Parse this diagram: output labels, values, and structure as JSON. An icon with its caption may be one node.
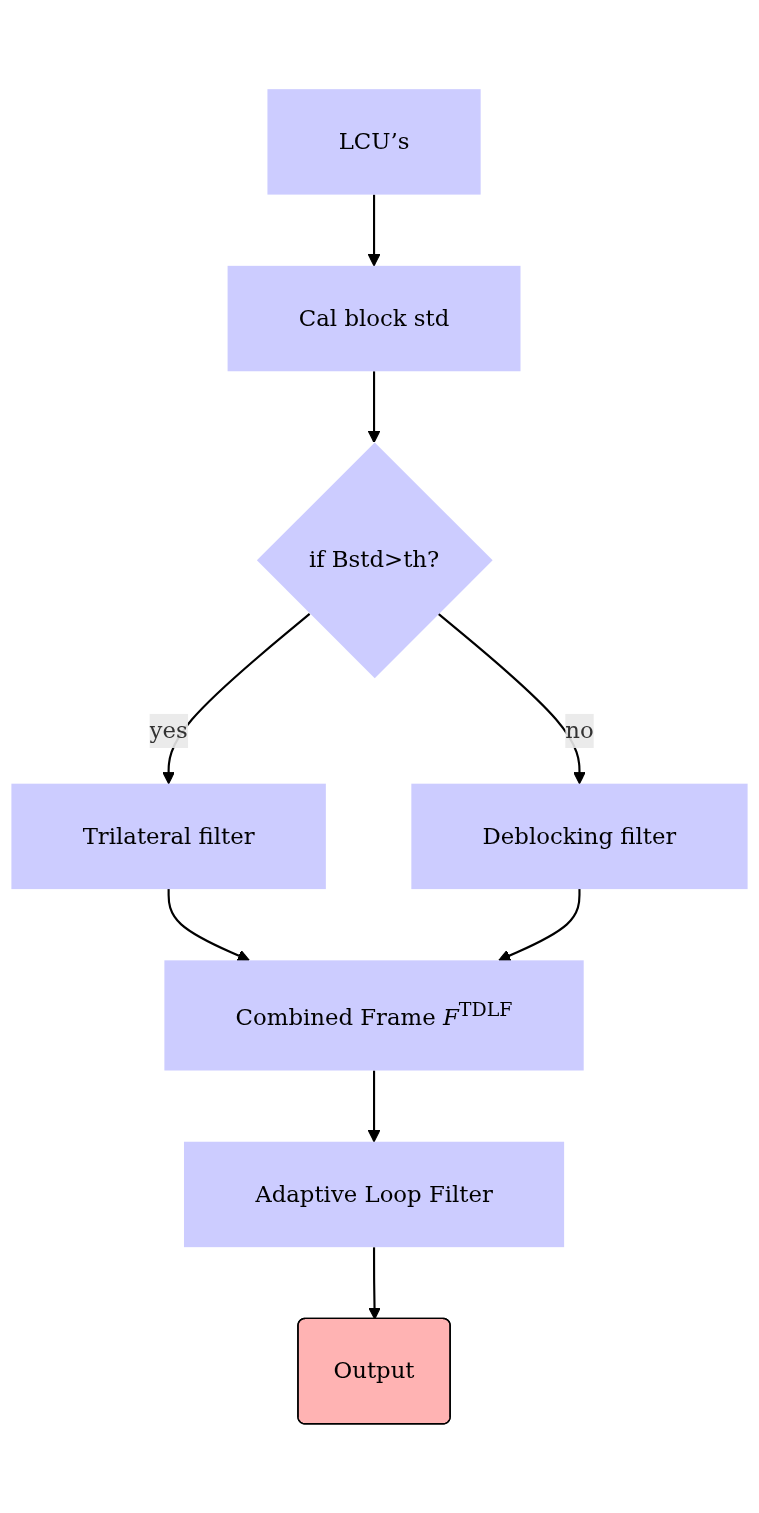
{
  "diagram": {
    "nodes": [
      {
        "text": [
          "LCU’s"
        ]
      },
      {
        "text": [
          "Cal block std"
        ]
      },
      {
        "text": [
          "if Bstd>th?"
        ]
      },
      {
        "text": [
          "Deblocking filter"
        ]
      },
      {
        "text": [
          "Trilateral filter"
        ]
      },
      {
        "text": [
          "Combined Frame *F*$^{TDLF}$"
        ]
      },
      {
        "text": [
          "Adaptive Loop Filter"
        ]
      },
      {
        "text": [
          "Output"
        ]
      }
    ],
    "edges": [
      {
        "from": 0,
        "to": 1,
        "arrow": "to"
      },
      {
        "from": 1,
        "to": 2,
        "arrow": "to"
      },
      {
        "from": 2,
        "to": 3,
        "arrow": "to",
        "label": "no"
      },
      {
        "from": 2,
        "to": 4,
        "arrow": "to",
        "label": "yes"
      },
      {
        "from": 4,
        "to": 5,
        "arrow": "to"
      },
      {
        "from": 3,
        "to": 5,
        "arrow": "to"
      },
      {
        "from": 5,
        "to": 6,
        "arrow": "to"
      },
      {
        "from": 6,
        "to": 7,
        "arrow": "to"
      }
    ]
  }
}
